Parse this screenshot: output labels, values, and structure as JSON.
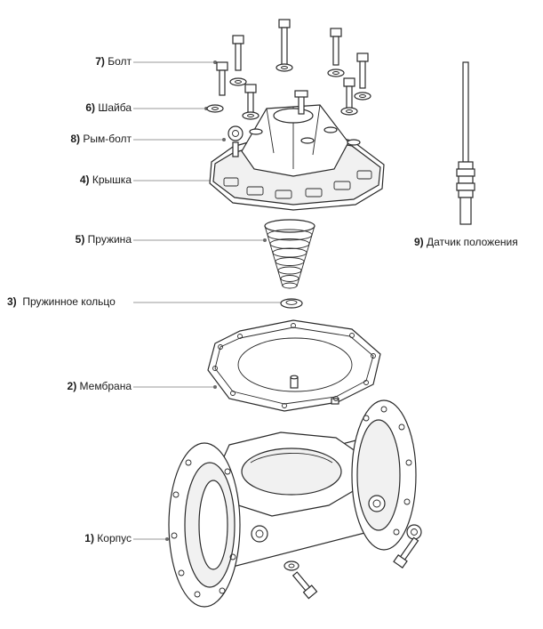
{
  "labels": [
    {
      "id": "bolt",
      "num": "7)",
      "text": "Болт"
    },
    {
      "id": "washer",
      "num": "6)",
      "text": "Шайба"
    },
    {
      "id": "eyebolt",
      "num": "8)",
      "text": "Рым-болт"
    },
    {
      "id": "cover",
      "num": "4)",
      "text": "Крышка"
    },
    {
      "id": "spring",
      "num": "5)",
      "text": "Пружина"
    },
    {
      "id": "spring-ring",
      "num": "3)",
      "text": "Пружинное кольцо"
    },
    {
      "id": "membrane",
      "num": "2)",
      "text": "Мембрана"
    },
    {
      "id": "body",
      "num": "1)",
      "text": "Корпус"
    },
    {
      "id": "sensor",
      "num": "9)",
      "text": "Датчик положения"
    }
  ]
}
